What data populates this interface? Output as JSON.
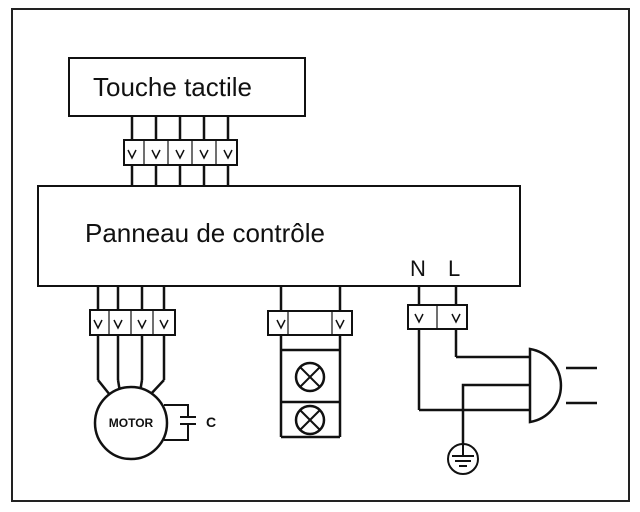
{
  "labels": {
    "touch_key": "Touche tactile",
    "control_panel": "Panneau de contrôle",
    "neutral": "N",
    "live": "L",
    "motor": "MOTOR",
    "capacitor": "C"
  },
  "icons": {
    "motor": "motor-icon",
    "capacitor": "capacitor-icon",
    "lamp": "lamp-icon",
    "plug": "plug-icon",
    "ground": "ground-icon",
    "terminal": "terminal-block-icon"
  },
  "colors": {
    "line": "#111111",
    "background": "#ffffff"
  }
}
